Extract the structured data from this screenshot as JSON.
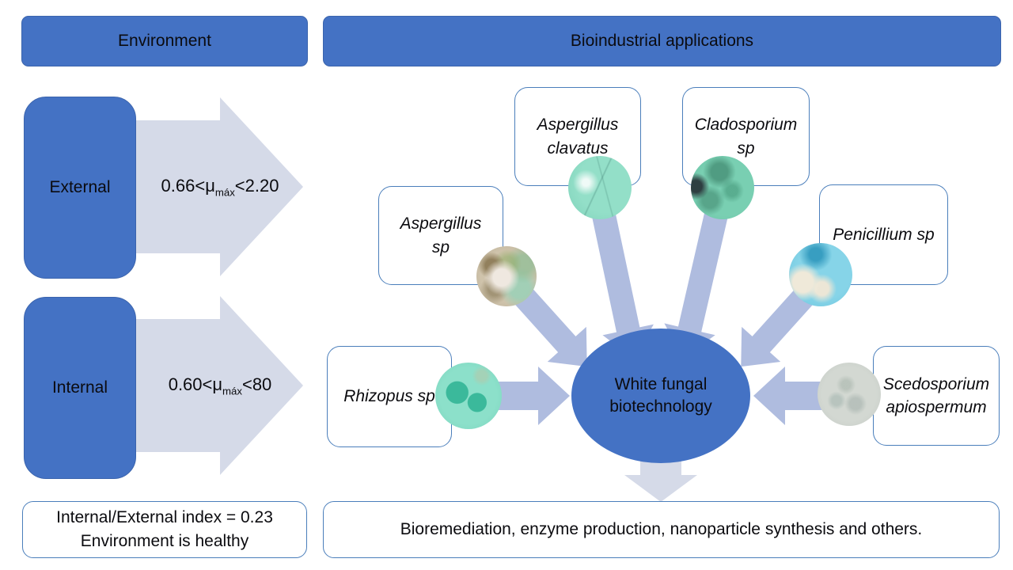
{
  "colors": {
    "accent_blue": "#4472C4",
    "light_arrow": "#D5DAE8",
    "mid_arrow": "#AFBCDF",
    "box_border": "#4A7EBB"
  },
  "headers": {
    "environment": "Environment",
    "applications": "Bioindustrial applications"
  },
  "flows": [
    {
      "label": "External",
      "rate_prefix": "0.66<μ",
      "rate_sub": "máx",
      "rate_suffix": "<2.20"
    },
    {
      "label": "Internal",
      "rate_prefix": "0.60<μ",
      "rate_sub": "máx",
      "rate_suffix": "<80"
    }
  ],
  "species": [
    {
      "name": "Aspergillus clavatus"
    },
    {
      "name": "Cladosporium sp"
    },
    {
      "name": "Aspergillus sp"
    },
    {
      "name": "Penicillium sp"
    },
    {
      "name": "Rhizopus sp"
    },
    {
      "name": "Scedosporium apiospermum"
    }
  ],
  "center": {
    "label": "White fungal biotechnology"
  },
  "summary": {
    "index_line1": "Internal/External index = 0.23",
    "index_line2": "Environment is healthy"
  },
  "applications_text": "Bioremediation, enzyme production, nanoparticle synthesis and others."
}
